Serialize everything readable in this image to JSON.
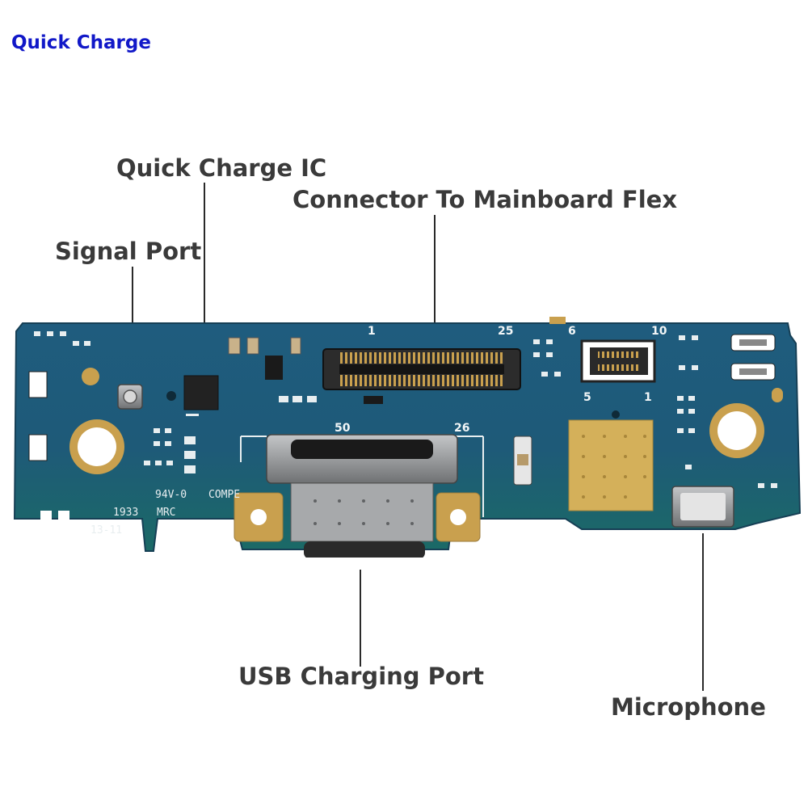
{
  "header": {
    "title": "Quick Charge"
  },
  "callouts": {
    "quick_charge_ic": "Quick Charge IC",
    "connector": "Connector To Mainboard Flex",
    "signal_port": "Signal Port",
    "usb_port": "USB Charging Port",
    "microphone": "Microphone"
  },
  "silkscreen": {
    "pin_1": "1",
    "pin_25": "25",
    "pin_6": "6",
    "pin_10": "10",
    "pin_5": "5",
    "pin_1b": "1",
    "pin_50": "50",
    "pin_26": "26",
    "code_1": "94V-0",
    "code_2": "COMPE",
    "code_3": "1933",
    "code_4": "MRC",
    "code_5": "13-11"
  },
  "colors": {
    "board_blue": "#1e5a78",
    "board_teal": "#1d6e6a",
    "gold": "#c9a04e",
    "metal": "#9a9c9e",
    "title_blue": "#1118c8",
    "label_gray": "#3a3a3a"
  }
}
